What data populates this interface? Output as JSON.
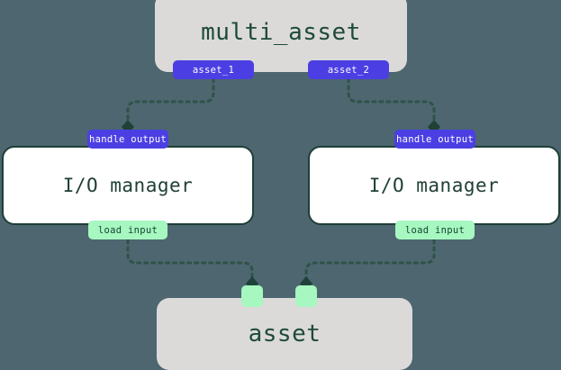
{
  "diagram": {
    "type": "asset-io-manager-graph",
    "background_color": "#4d6670",
    "nodes": {
      "multi_asset": {
        "label": "multi_asset",
        "kind": "asset-group",
        "fill": "#dcdad8",
        "text_color": "#1d4a3c",
        "outputs": [
          {
            "label": "asset_1",
            "color": "#4b3fe4"
          },
          {
            "label": "asset_2",
            "color": "#4b3fe4"
          }
        ]
      },
      "io_manager_left": {
        "label": "I/O manager",
        "kind": "io-manager",
        "fill": "#ffffff",
        "border_color": "#1f3f36",
        "input_badge": "handle output",
        "output_badge": "load input"
      },
      "io_manager_right": {
        "label": "I/O manager",
        "kind": "io-manager",
        "fill": "#ffffff",
        "border_color": "#1f3f36",
        "input_badge": "handle output",
        "output_badge": "load input"
      },
      "asset": {
        "label": "asset",
        "kind": "asset",
        "fill": "#dcdad8",
        "text_color": "#1d4a3c",
        "input_handles": [
          {
            "name": "handle-left",
            "color": "#a6f7c0"
          },
          {
            "name": "handle-right",
            "color": "#a6f7c0"
          }
        ]
      }
    },
    "badges": {
      "asset_1": "asset_1",
      "asset_2": "asset_2",
      "handle_output_left": "handle output",
      "handle_output_right": "handle output",
      "load_input_left": "load input",
      "load_input_right": "load input"
    },
    "edges": [
      {
        "from": "asset_1",
        "to": "handle_output_left",
        "style": "dotted",
        "color": "#2f5248",
        "arrow": "diamond"
      },
      {
        "from": "asset_2",
        "to": "handle_output_right",
        "style": "dotted",
        "color": "#2f5248",
        "arrow": "diamond"
      },
      {
        "from": "load_input_left",
        "to": "asset.handle-left",
        "style": "dotted",
        "color": "#2f5248",
        "arrow": "diamond"
      },
      {
        "from": "load_input_right",
        "to": "asset.handle-right",
        "style": "dotted",
        "color": "#2f5248",
        "arrow": "diamond"
      }
    ]
  }
}
